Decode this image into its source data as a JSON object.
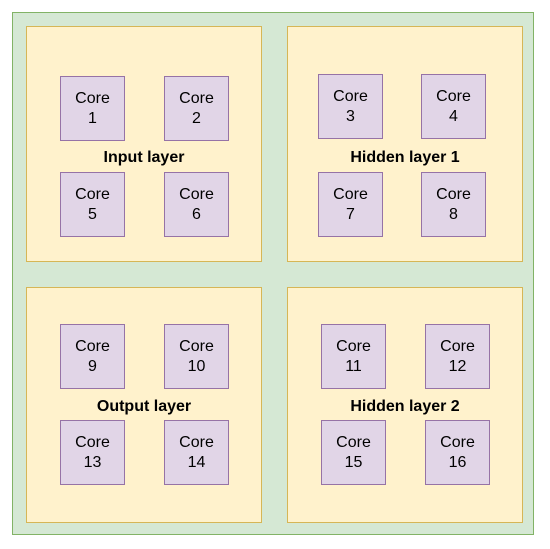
{
  "colors": {
    "container_fill": "#d5e8d4",
    "container_stroke": "#82b366",
    "layer_fill": "#fff2cc",
    "layer_stroke": "#d6b656",
    "core_fill": "#e1d5e7",
    "core_stroke": "#9673a6"
  },
  "layers": [
    {
      "label": "Input layer",
      "cores": [
        "Core 1",
        "Core 2",
        "Core 5",
        "Core 6"
      ]
    },
    {
      "label": "Hidden layer 1",
      "cores": [
        "Core 3",
        "Core 4",
        "Core 7",
        "Core 8"
      ]
    },
    {
      "label": "Output layer",
      "cores": [
        "Core 9",
        "Core 10",
        "Core 13",
        "Core 14"
      ]
    },
    {
      "label": "Hidden layer 2",
      "cores": [
        "Core 11",
        "Core 12",
        "Core 15",
        "Core 16"
      ]
    }
  ]
}
